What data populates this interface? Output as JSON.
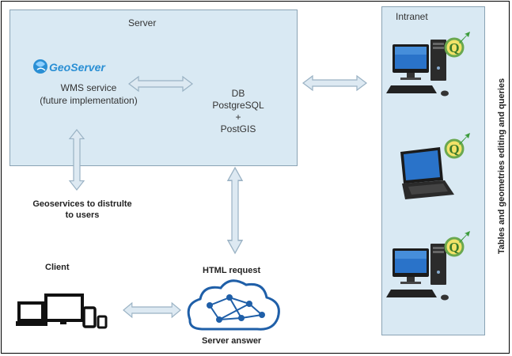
{
  "server": {
    "label": "Server"
  },
  "intranet": {
    "label": "Intranet"
  },
  "geoserver": {
    "logo_text": "GeoServer"
  },
  "wms": {
    "line1": "WMS service",
    "line2": "(future implementation)"
  },
  "db": {
    "line1": "DB",
    "line2": "PostgreSQL",
    "line3": "+",
    "line4": "PostGIS"
  },
  "geoservices": {
    "line1": "Geoservices to distrulte",
    "line2": "to users"
  },
  "client": {
    "label": "Client"
  },
  "network": {
    "request": "HTML request",
    "answer": "Server answer"
  },
  "intranet_side": {
    "label": "Tables and geometries editing and queries"
  },
  "colors": {
    "box_fill": "#d9e9f3",
    "arrow_fill": "#dde9f2",
    "arrow_stroke": "#9ab2c4",
    "network_blue": "#1f5fa8",
    "qgis_green": "#6aa84f",
    "qgis_yellow": "#e6d33a"
  }
}
